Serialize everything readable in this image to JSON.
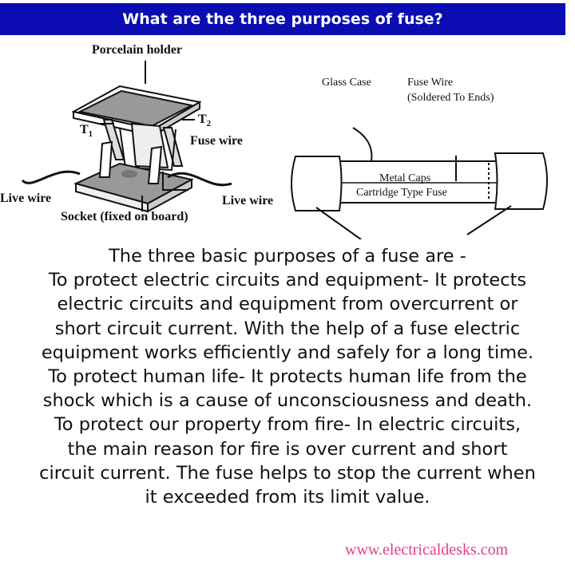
{
  "header": {
    "title": "What are the three purposes of fuse?",
    "background": "#0b0cb2"
  },
  "diagram_left": {
    "porcelain_holder": "Porcelain holder",
    "t1": "T",
    "t1_sub": "1",
    "t2": "T",
    "t2_sub": "2",
    "fuse_wire": "Fuse wire",
    "live_wire_left": "Live wire",
    "live_wire_right": "Live wire",
    "socket": "Socket (fixed on board)"
  },
  "diagram_right": {
    "glass_case": "Glass Case",
    "fuse_wire": "Fuse Wire",
    "fuse_wire_note": "(Soldered To Ends)",
    "metal_caps": "Metal Caps",
    "caption": "Cartridge Type Fuse"
  },
  "body_lines": [
    "The three basic purposes of a fuse are -",
    "To protect electric circuits and equipment- It protects",
    "electric circuits and equipment from overcurrent or",
    "short circuit current. With the help of a fuse electric",
    "equipment works efficiently and safely for a long time.",
    "To protect human life- It protects human life from the",
    "shock which is a cause of unconsciousness and death.",
    "To protect our property from fire- In electric circuits,",
    "the main reason for fire is over current and short",
    "circuit current. The fuse helps to stop the current when",
    "it exceeded from its limit value."
  ],
  "footer": {
    "website": "www.electricaldesks.com",
    "color": "#e0408a"
  }
}
